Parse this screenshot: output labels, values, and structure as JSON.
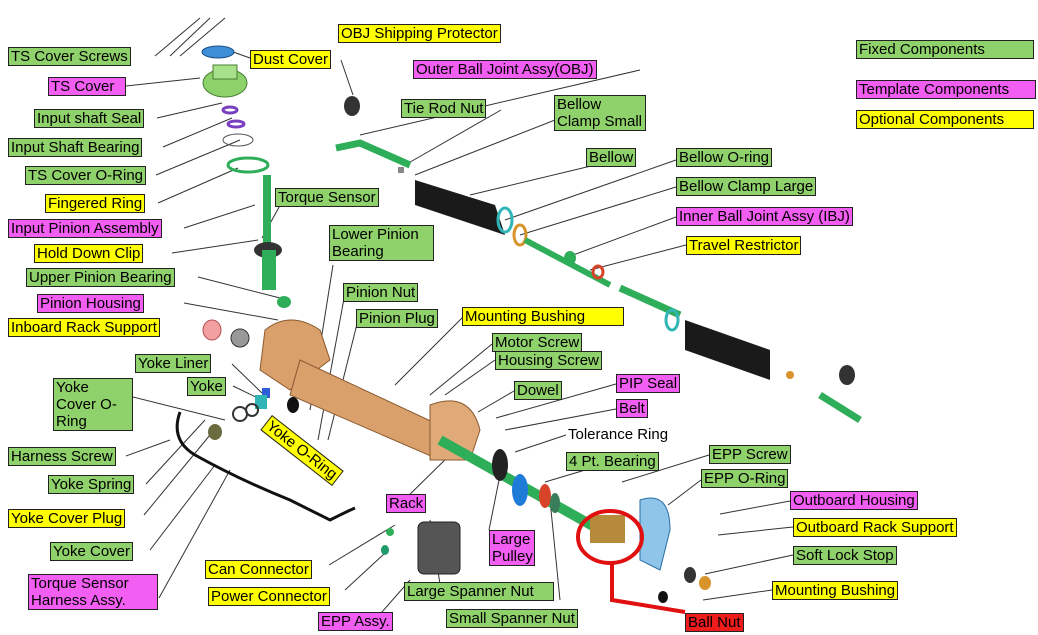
{
  "legend": {
    "fixed": "Fixed Components",
    "template": "Template Components",
    "optional": "Optional Components"
  },
  "labels": {
    "ts_cover_screws": "TS Cover Screws",
    "dust_cover": "Dust Cover",
    "ts_cover": "TS Cover",
    "input_shaft_seal": "Input shaft Seal",
    "input_shaft_bearing": "Input Shaft Bearing",
    "ts_cover_o_ring": "TS Cover O-Ring",
    "fingered_ring": "Fingered Ring",
    "input_pinion_assembly": "Input Pinion Assembly",
    "hold_down_clip": "Hold Down Clip",
    "upper_pinion_bearing": "Upper Pinion Bearing",
    "pinion_housing": "Pinion Housing",
    "inboard_rack_support": "Inboard Rack Support",
    "yoke_liner": "Yoke Liner",
    "yoke_cover_o_ring": "Yoke Cover O-Ring",
    "yoke": "Yoke",
    "yoke_o_ring": "Yoke O-Ring",
    "harness_screw": "Harness Screw",
    "yoke_spring": "Yoke Spring",
    "yoke_cover_plug": "Yoke Cover Plug",
    "yoke_cover": "Yoke Cover",
    "torque_sensor_harness": "Torque Sensor Harness Assy.",
    "obj_shipping_protector": "OBJ Shipping Protector",
    "outer_ball_joint": "Outer Ball Joint Assy(OBJ)",
    "tie_rod_nut": "Tie Rod Nut",
    "bellow_clamp_small": "Bellow Clamp Small",
    "bellow": "Bellow",
    "bellow_o_ring": "Bellow O-ring",
    "bellow_clamp_large": "Bellow Clamp Large",
    "inner_ball_joint": "Inner Ball Joint Assy (IBJ)",
    "travel_restrictor": "Travel Restrictor",
    "torque_sensor": "Torque Sensor",
    "lower_pinion_bearing": "Lower Pinion Bearing",
    "pinion_nut": "Pinion Nut",
    "pinion_plug": "Pinion Plug",
    "mounting_bushing_top": "Mounting Bushing",
    "motor_screw": "Motor Screw",
    "housing_screw": "Housing Screw",
    "dowel": "Dowel",
    "pip_seal": "PIP Seal",
    "belt": "Belt",
    "tolerance_ring": "Tolerance Ring",
    "four_pt_bearing": "4 Pt. Bearing",
    "epp_screw": "EPP Screw",
    "epp_o_ring": "EPP O-Ring",
    "outboard_housing": "Outboard Housing",
    "outboard_rack_support": "Outboard Rack Support",
    "soft_lock_stop": "Soft Lock Stop",
    "mounting_bushing_bottom": "Mounting Bushing",
    "ball_nut": "Ball Nut",
    "rack": "Rack",
    "large_pulley": "Large Pulley",
    "large_spanner_nut": "Large Spanner Nut",
    "small_spanner_nut": "Small Spanner Nut",
    "can_connector": "Can Connector",
    "power_connector": "Power Connector",
    "epp_assy": "EPP Assy."
  },
  "colors": {
    "fixed": "#8fd16a",
    "template": "#f25df2",
    "optional": "#ffff00",
    "highlight": "#ee1c1c",
    "housing": "#d9a06b",
    "green_part": "#2fae5a",
    "bellow_black": "#1a1a1a"
  }
}
